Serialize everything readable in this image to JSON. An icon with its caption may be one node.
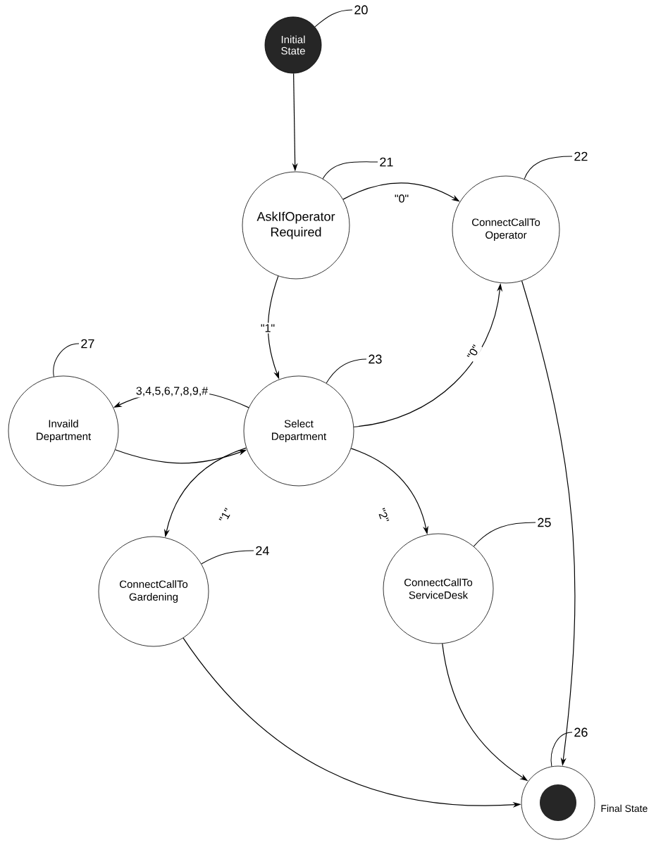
{
  "diagram": {
    "nodes": [
      {
        "text": [
          "Initial State"
        ]
      },
      {
        "text": [
          "AskIfOperator Required"
        ]
      },
      {
        "text": [
          "ConnectCallTo Operator"
        ]
      },
      {
        "text": [
          "Invaild Department"
        ]
      },
      {
        "text": [
          "Select Department"
        ]
      },
      {
        "text": [
          "ConnectCallTo Gardening"
        ]
      },
      {
        "text": [
          "ConnectCallTo ServiceDesk"
        ]
      },
      {
        "text": [
          "Final State"
        ]
      },
      {
        "text": [
          "20"
        ]
      },
      {
        "text": [
          "21"
        ]
      },
      {
        "text": [
          "22"
        ]
      },
      {
        "text": [
          "27"
        ]
      },
      {
        "text": [
          "23"
        ]
      },
      {
        "text": [
          "24"
        ]
      },
      {
        "text": [
          "25"
        ]
      },
      {
        "text": [
          "26"
        ]
      }
    ],
    "edges": [
      {
        "from": 0,
        "to": 1,
        "arrow": "to"
      },
      {
        "from": 1,
        "to": 2,
        "arrow": "to",
        "label": "\"0\""
      },
      {
        "from": 1,
        "to": 4,
        "arrow": "to",
        "label": "\"1\""
      },
      {
        "from": 4,
        "to": 2,
        "arrow": "to",
        "label": "\"0\""
      },
      {
        "from": 4,
        "to": 3,
        "arrow": "to",
        "label": "3,4,5,6,7,8,9,#"
      },
      {
        "from": 3,
        "to": 4,
        "arrow": "to"
      },
      {
        "from": 4,
        "to": 5,
        "arrow": "to",
        "label": "\"1\""
      },
      {
        "from": 4,
        "to": 6,
        "arrow": "to",
        "label": "\"2\""
      },
      {
        "from": 2,
        "to": 7,
        "arrow": "to"
      },
      {
        "from": 5,
        "to": 7,
        "arrow": "to"
      },
      {
        "from": 6,
        "to": 7,
        "arrow": "to"
      },
      {
        "from": 8,
        "to": 0,
        "arrow": "none"
      },
      {
        "from": 9,
        "to": 1,
        "arrow": "none"
      },
      {
        "from": 10,
        "to": 2,
        "arrow": "none"
      },
      {
        "from": 11,
        "to": 3,
        "arrow": "none"
      },
      {
        "from": 12,
        "to": 4,
        "arrow": "none"
      },
      {
        "from": 13,
        "to": 5,
        "arrow": "none"
      },
      {
        "from": 14,
        "to": 6,
        "arrow": "none"
      },
      {
        "from": 15,
        "to": 7,
        "arrow": "none"
      }
    ]
  }
}
